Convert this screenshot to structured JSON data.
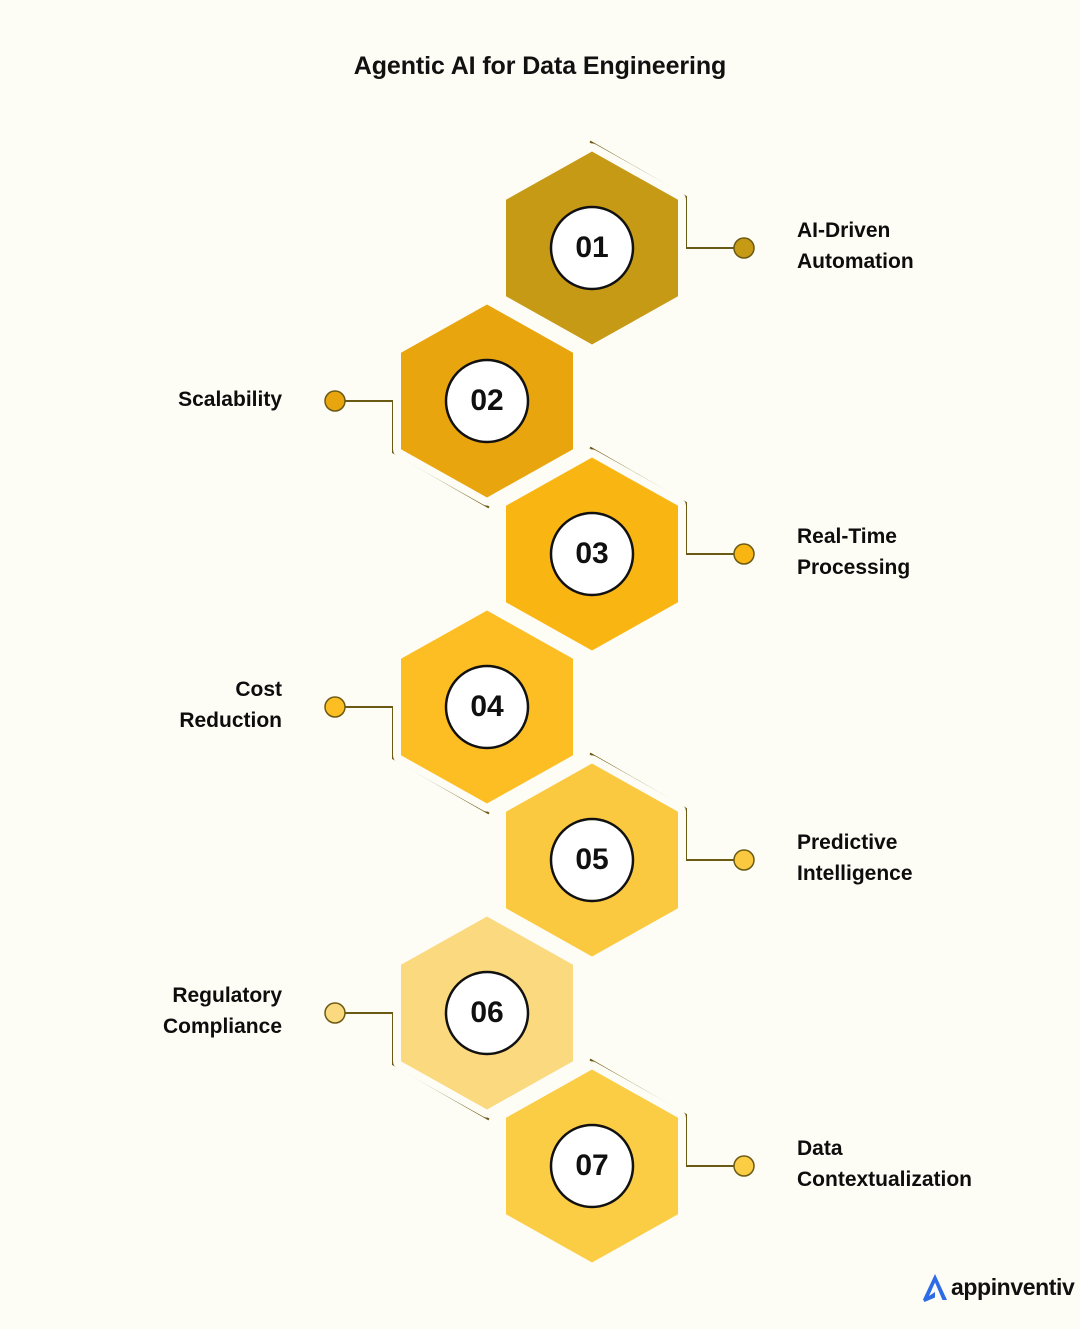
{
  "title": "Agentic AI for Data Engineering",
  "background_color": "#FDFCF5",
  "connector_color": "#6B5A13",
  "steps": [
    {
      "number": "01",
      "label_line1": "AI-Driven",
      "label_line2": "Automation",
      "side": "right",
      "color": "#C79A16"
    },
    {
      "number": "02",
      "label_line1": "Scalability",
      "label_line2": "",
      "side": "left",
      "color": "#E8A50E"
    },
    {
      "number": "03",
      "label_line1": "Real-Time",
      "label_line2": "Processing",
      "side": "right",
      "color": "#F9B511"
    },
    {
      "number": "04",
      "label_line1": "Cost",
      "label_line2": "Reduction",
      "side": "left",
      "color": "#FCBE23"
    },
    {
      "number": "05",
      "label_line1": "Predictive",
      "label_line2": "Intelligence",
      "side": "right",
      "color": "#FBC93F"
    },
    {
      "number": "06",
      "label_line1": "Regulatory",
      "label_line2": "Compliance",
      "side": "left",
      "color": "#FBD97F"
    },
    {
      "number": "07",
      "label_line1": "Data",
      "label_line2": "Contextualization",
      "side": "right",
      "color": "#FBCD44"
    }
  ],
  "logo": {
    "wordmark": "appinventiv",
    "mark_color": "#2E6BE6",
    "mark_name": "appinventiv-arrow-mark"
  }
}
